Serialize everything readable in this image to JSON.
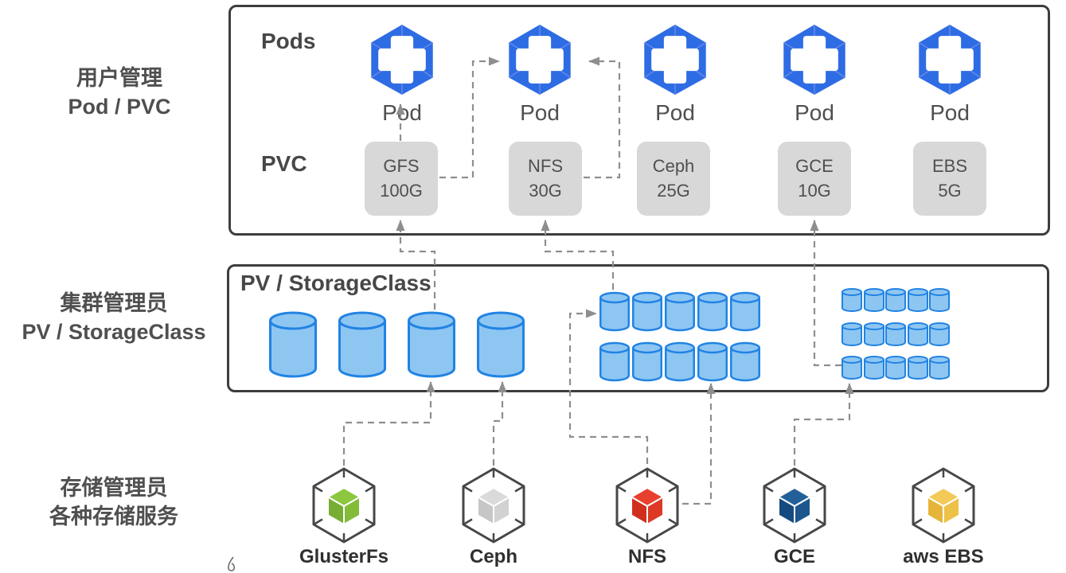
{
  "side_labels": {
    "row_user": {
      "line1": "用户管理",
      "line2": "Pod / PVC"
    },
    "row_cluster": {
      "line1": "集群管理员",
      "line2": "PV / StorageClass"
    },
    "row_storage": {
      "line1": "存储管理员",
      "line2": "各种存储服务"
    }
  },
  "top_box": {
    "pods_label": "Pods",
    "pvc_label": "PVC",
    "pods": [
      {
        "label": "Pod"
      },
      {
        "label": "Pod"
      },
      {
        "label": "Pod"
      },
      {
        "label": "Pod"
      },
      {
        "label": "Pod"
      }
    ],
    "pvcs": [
      {
        "name": "GFS",
        "size": "100G"
      },
      {
        "name": "NFS",
        "size": "30G"
      },
      {
        "name": "Ceph",
        "size": "25G"
      },
      {
        "name": "GCE",
        "size": "10G"
      },
      {
        "name": "EBS",
        "size": "5G"
      }
    ]
  },
  "middle_box": {
    "title": "PV / StorageClass",
    "pv_groups": [
      {
        "id": "pv-large",
        "style": "large",
        "rows": 1,
        "cols": 4
      },
      {
        "id": "pv-medium",
        "style": "medium",
        "rows": 2,
        "cols": 5
      },
      {
        "id": "pv-small",
        "style": "small",
        "rows": 3,
        "cols": 5
      }
    ]
  },
  "storage_services": [
    {
      "id": "glusterfs",
      "label": "GlusterFs",
      "face_top": "#8dc63f",
      "face_left": "#76ad33",
      "face_right": "#84bb39"
    },
    {
      "id": "ceph",
      "label": "Ceph",
      "face_top": "#dadada",
      "face_left": "#c6c6c6",
      "face_right": "#d2d2d2"
    },
    {
      "id": "nfs",
      "label": "NFS",
      "face_top": "#e8402e",
      "face_left": "#d02f1e",
      "face_right": "#dd3826"
    },
    {
      "id": "gce",
      "label": "GCE",
      "face_top": "#236099",
      "face_left": "#154a7f",
      "face_right": "#1c568d"
    },
    {
      "id": "aws-ebs",
      "label": "aws EBS",
      "face_top": "#f3ca57",
      "face_left": "#e6b438",
      "face_right": "#edc148"
    }
  ],
  "connections": [
    {
      "from": "pvc-gfs",
      "to": "pod-1"
    },
    {
      "from": "pvc-gfs",
      "to": "pod-2"
    },
    {
      "from": "pvc-nfs",
      "to": "pod-2"
    },
    {
      "from": "pv-large-3",
      "to": "pvc-gfs"
    },
    {
      "from": "pv-medium-group",
      "to": "pvc-nfs"
    },
    {
      "from": "pv-small-group",
      "to": "pvc-gce"
    },
    {
      "from": "service-nfs",
      "to": "pv-medium-group"
    },
    {
      "from": "service-nfs",
      "to": "pv-medium-group-row2"
    },
    {
      "from": "service-glusterfs",
      "to": "pv-large-3"
    },
    {
      "from": "service-ceph",
      "to": "pv-large-4"
    },
    {
      "from": "service-gce",
      "to": "pv-small-group"
    }
  ],
  "colors": {
    "pod_blue": "#2e6ce4",
    "pod_wireframe": "#5f86e8",
    "cylinder_fill": "#8ec6f2",
    "cylinder_stroke": "#2183e3",
    "pvc_box_fill": "#d8d8d8",
    "box_border": "#3d3d3d",
    "connector_gray": "#8e8e8e",
    "hexagon_outline": "#474747",
    "text_gray": "#4f4f4f"
  }
}
